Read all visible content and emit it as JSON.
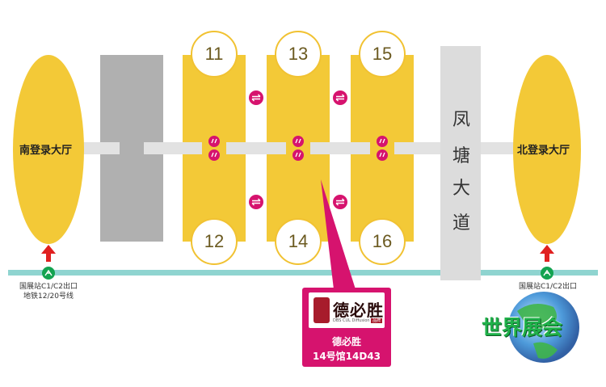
{
  "map": {
    "south_hall": "南登录大厅",
    "north_hall": "北登录大厅",
    "road_chars": [
      "凤",
      "塘",
      "大",
      "道"
    ],
    "halls": [
      "11",
      "13",
      "15",
      "12",
      "14",
      "16"
    ],
    "south_station": {
      "line1": "国展站C1/C2出口",
      "line2": "地铁12/20号线"
    },
    "north_station": {
      "line1": "国展站C1/C2出口"
    }
  },
  "callout": {
    "brand": "德必胜",
    "brand_en": "DBS CUL Diffusion",
    "brand_tag": "品牌",
    "name": "德必胜",
    "booth": "14号馆14D43"
  },
  "watermark": {
    "text": "世界展会"
  },
  "colors": {
    "yellow": "#f3c937",
    "gray": "#b0b0b0",
    "teal": "#8fd4d0",
    "magenta": "#d6136e",
    "corridor": "#e2e2e2",
    "road": "#dcdcdc",
    "metro_green": "#13a350",
    "arrow_red": "#e02020"
  }
}
